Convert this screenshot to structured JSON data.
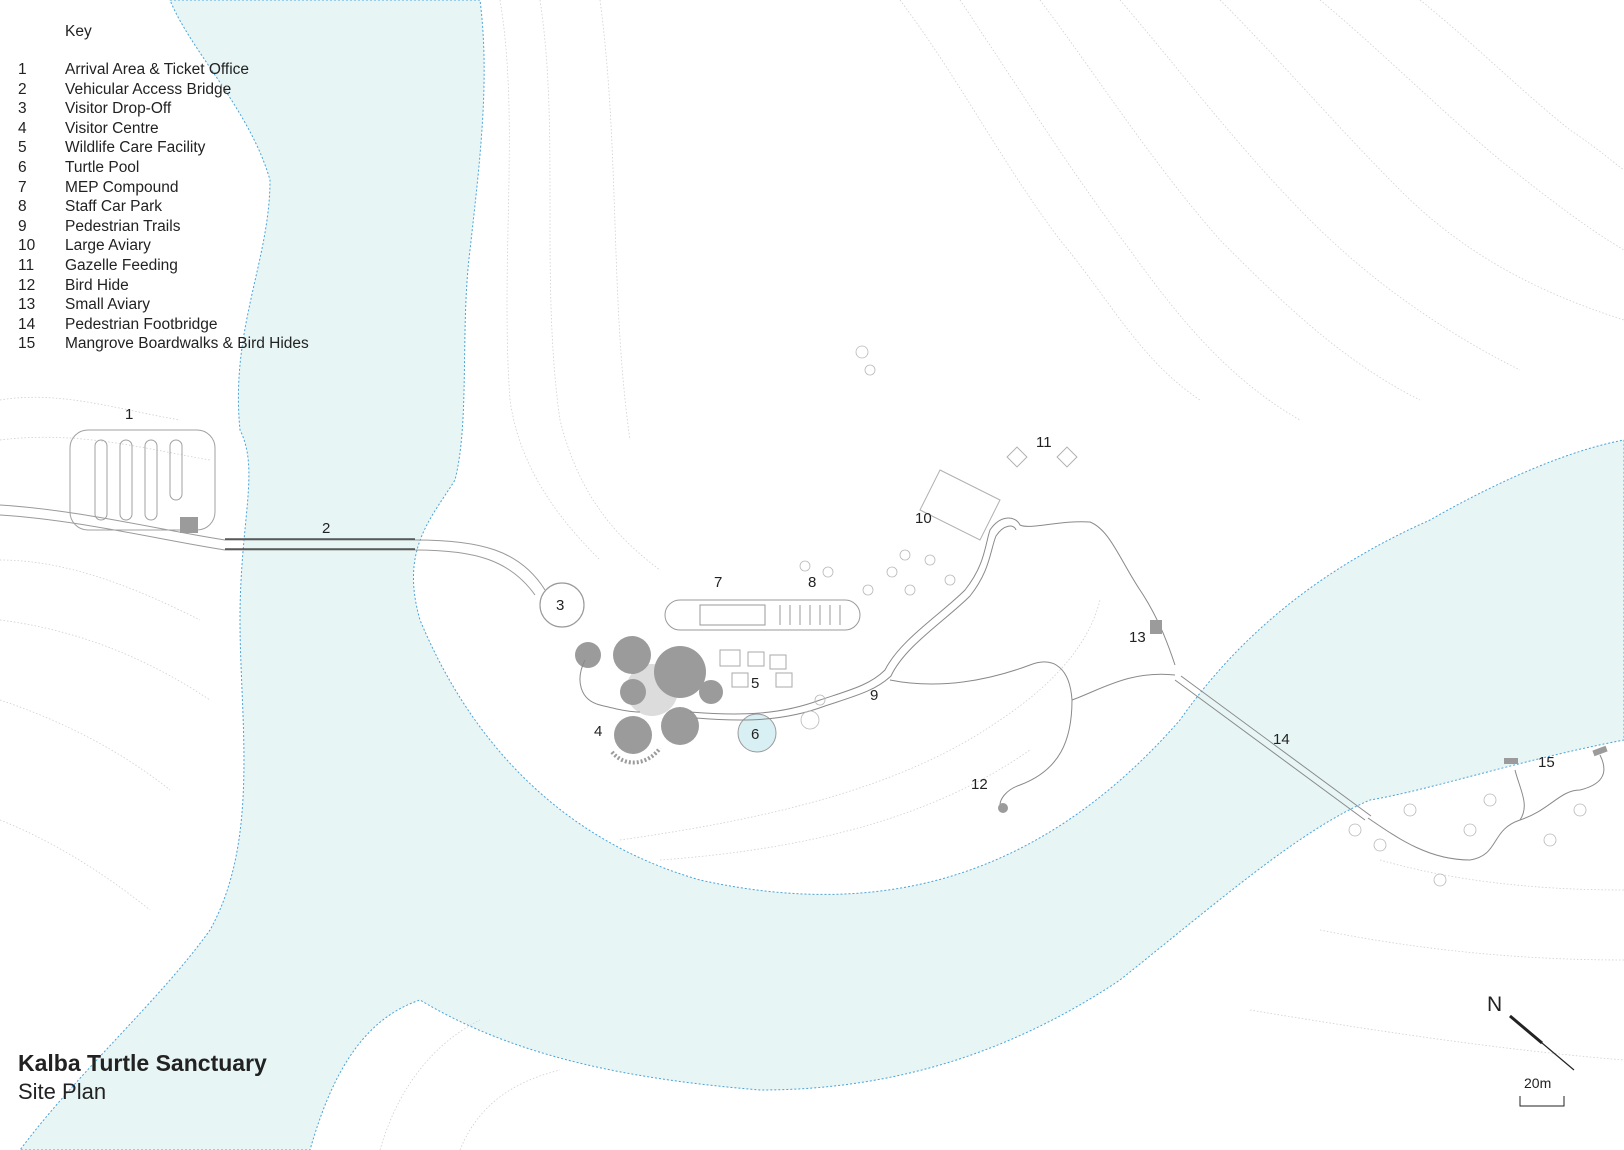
{
  "key": {
    "title": "Key",
    "items": [
      {
        "num": "1",
        "label": "Arrival Area & Ticket Office"
      },
      {
        "num": "2",
        "label": "Vehicular Access Bridge"
      },
      {
        "num": "3",
        "label": "Visitor Drop-Off"
      },
      {
        "num": "4",
        "label": "Visitor Centre"
      },
      {
        "num": "5",
        "label": "Wildlife Care Facility"
      },
      {
        "num": "6",
        "label": "Turtle Pool"
      },
      {
        "num": "7",
        "label": "MEP Compound"
      },
      {
        "num": "8",
        "label": "Staff Car Park"
      },
      {
        "num": "9",
        "label": "Pedestrian Trails"
      },
      {
        "num": "10",
        "label": "Large Aviary"
      },
      {
        "num": "11",
        "label": "Gazelle Feeding"
      },
      {
        "num": "12",
        "label": "Bird Hide"
      },
      {
        "num": "13",
        "label": "Small Aviary"
      },
      {
        "num": "14",
        "label": "Pedestrian Footbridge"
      },
      {
        "num": "15",
        "label": "Mangrove Boardwalks & Bird Hides"
      }
    ]
  },
  "title": {
    "main": "Kalba Turtle Sanctuary",
    "sub": "Site Plan"
  },
  "map_labels": {
    "l1": "1",
    "l2": "2",
    "l3": "3",
    "l4": "4",
    "l5": "5",
    "l6": "6",
    "l7": "7",
    "l8": "8",
    "l9": "9",
    "l10": "10",
    "l11": "11",
    "l12": "12",
    "l13": "13",
    "l14": "14",
    "l15": "15"
  },
  "north": "N",
  "scale": "20m",
  "colors": {
    "water": "#e8f5f5",
    "shoreline": "#4aa3d8",
    "contour": "#c8c8c8",
    "path": "#8a8a8a",
    "building": "#9b9b9b",
    "pool": "#d8f0f3"
  }
}
